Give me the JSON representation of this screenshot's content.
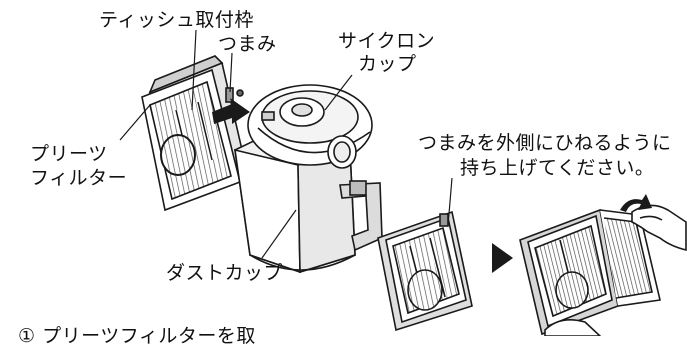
{
  "labels": {
    "tissue_frame": "ティッシュ取付枠",
    "knob": "つまみ",
    "cyclone_cup_line1": "サイクロン",
    "cyclone_cup_line2": "カップ",
    "pleats_filter_line1": "プリーツ",
    "pleats_filter_line2": "フィルター",
    "dust_cup": "ダストカップ",
    "instruction_line1": "つまみを外側にひねるように",
    "instruction_line2": "持ち上げてください。",
    "step_partial": "① プリーツフィルターを取"
  },
  "colors": {
    "line": "#1a1a1a",
    "body_fill": "#ffffff",
    "shade": "#d9d9d9",
    "dark_shade": "#8c8c8c",
    "mesh": "#555555"
  },
  "icons": [
    "insert-arrow-icon",
    "next-step-triangle-icon",
    "twist-arrow-icon"
  ]
}
